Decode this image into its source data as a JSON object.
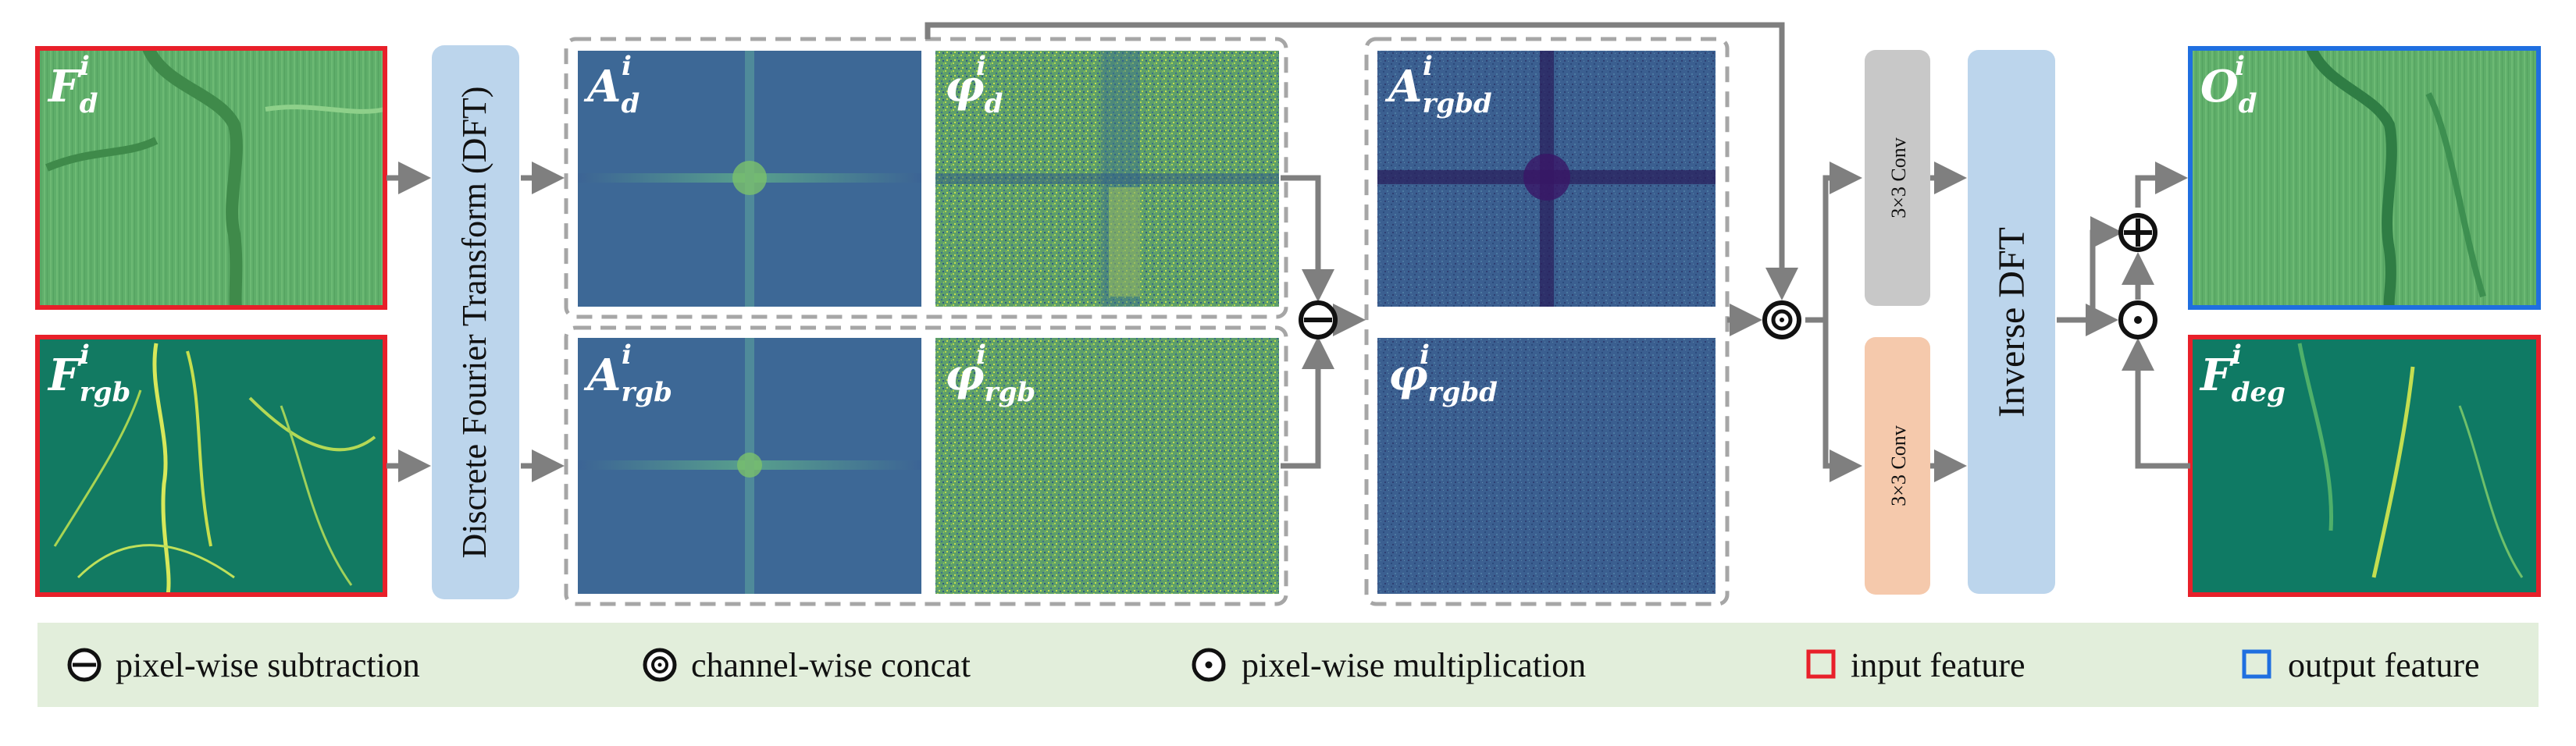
{
  "blocks": {
    "dft": "Discrete Fourier Transform (DFT)",
    "conv_top": "3×3 Conv",
    "conv_bottom": "3×3 Conv",
    "idft": "Inverse DFT"
  },
  "features": {
    "f_d": {
      "main": "F",
      "sub": "d",
      "sup": "i"
    },
    "f_rgb": {
      "main": "F",
      "sub": "rgb",
      "sup": "i"
    },
    "a_d": {
      "main": "A",
      "sub": "d",
      "sup": "i"
    },
    "phi_d": {
      "main": "φ",
      "sub": "d",
      "sup": "i"
    },
    "a_rgb": {
      "main": "A",
      "sub": "rgb",
      "sup": "i"
    },
    "phi_rgb": {
      "main": "φ",
      "sub": "rgb",
      "sup": "i"
    },
    "a_rgbd": {
      "main": "A",
      "sub": "rgbd",
      "sup": "i"
    },
    "phi_rgbd": {
      "main": "φ",
      "sub": "rgbd",
      "sup": "i"
    },
    "o_d": {
      "main": "O",
      "sub": "d",
      "sup": "i"
    },
    "f_deg": {
      "main": "F",
      "sub": "deg",
      "sup": "i"
    }
  },
  "legend": {
    "subtraction": "pixel-wise subtraction",
    "concat": "channel-wise concat",
    "multiplication": "pixel-wise multiplication",
    "input": "input feature",
    "output": "output feature"
  },
  "colors": {
    "input_border": "#e8202a",
    "output_border": "#1f6fe0",
    "dft_block": "#bcd5ec",
    "conv_top": "#c8c8c8",
    "conv_bottom": "#f5c9ac",
    "legend_bg": "#e2eedb",
    "arrow": "#7f7f7f"
  }
}
